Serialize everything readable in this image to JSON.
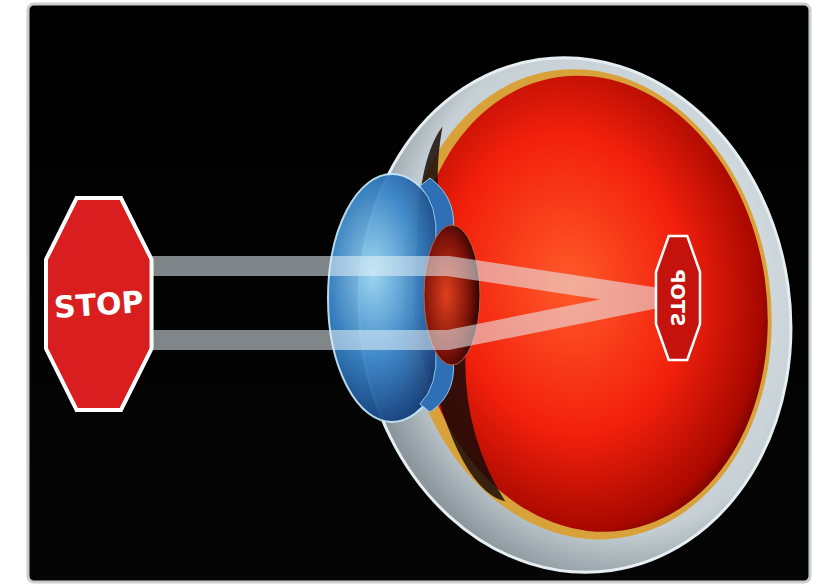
{
  "diagram": {
    "nodes": [
      {
        "text": [
          "STOP"
        ]
      },
      {
        "text": [
          "STOP"
        ]
      }
    ],
    "edges": [
      {
        "from": 0,
        "to": 1,
        "arrow": "none"
      }
    ]
  }
}
